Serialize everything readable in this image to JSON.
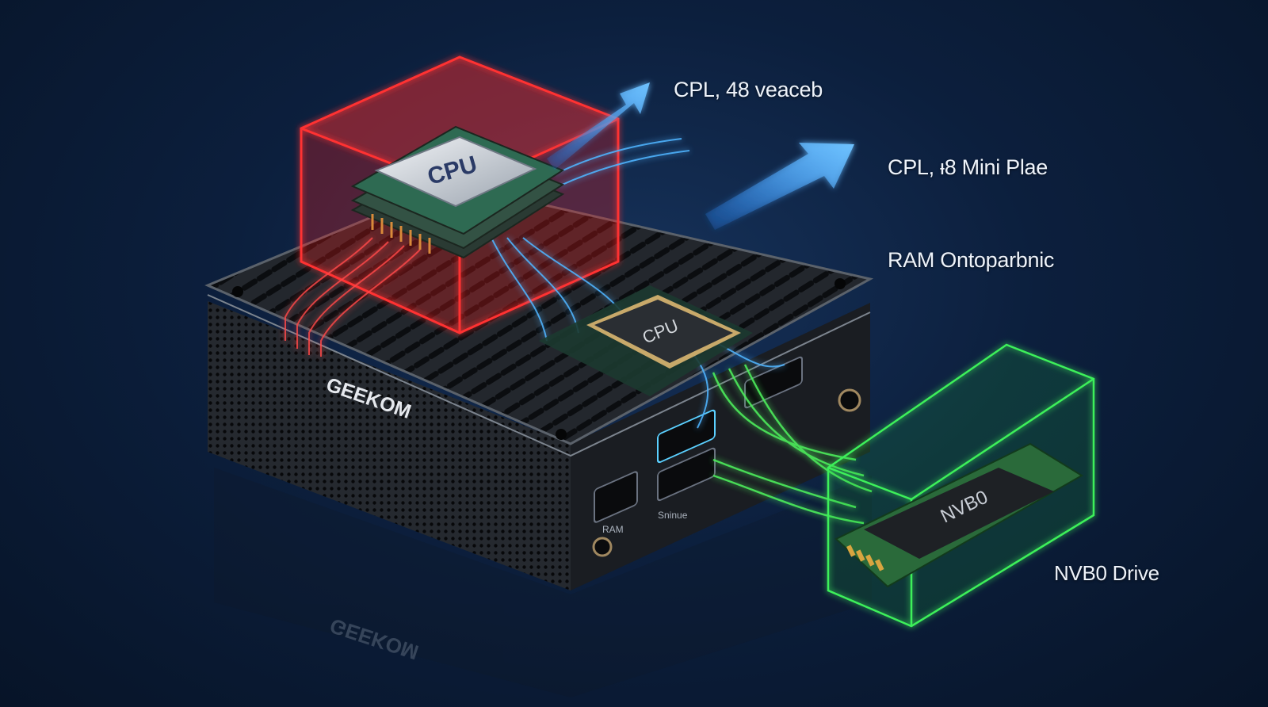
{
  "callouts": {
    "c1": "CPL, 48 veaceb",
    "c2": "CPL, ᵼ8 Mini Plae",
    "c3": "RAM Ontoparbnic",
    "c4": "NVB0 Drive"
  },
  "device": {
    "brand": "GEEKOM",
    "brand_reflection": "GEEKOM",
    "cpu_top_label": "CPU",
    "cpu_board_label": "CPU",
    "nvme_label": "NVB0",
    "port_label_left": "RAM",
    "port_label_right": "Sninue"
  },
  "colors": {
    "background": "#0c1f3d",
    "red_glow": "#ff2a2a",
    "blue_glow": "#3aa6ff",
    "green_glow": "#39e04a",
    "chassis": "#1c1f24"
  },
  "icons": [
    "arrow-up-right-icon"
  ]
}
